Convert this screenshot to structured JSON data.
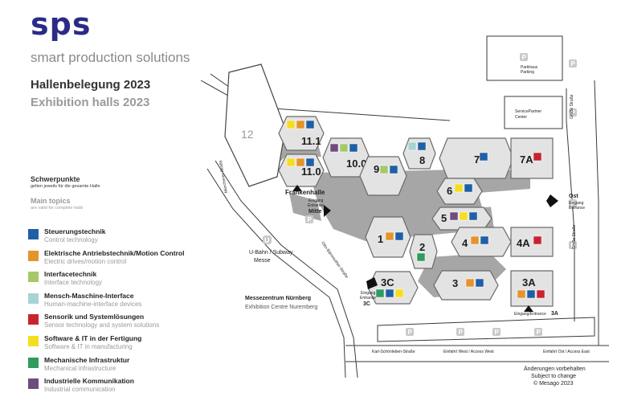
{
  "header": {
    "logo": "sps",
    "tagline": "smart production solutions",
    "title_de": "Hallenbelegung 2023",
    "title_en": "Exhibition halls 2023"
  },
  "topics": {
    "heading_de": "Schwerpunkte",
    "sub_de": "gelten jeweils für die gesamte Halle",
    "heading_en": "Main topics",
    "sub_en": "are valid for complete halls"
  },
  "colors": {
    "control": "#1f5fa6",
    "drives": "#e5942b",
    "interface": "#a5c96a",
    "hmi": "#a8d3d6",
    "sensor": "#c8242f",
    "software": "#f4de1f",
    "mechanical": "#2f9b5f",
    "communication": "#6d4c7e"
  },
  "legend": [
    {
      "key": "control",
      "de": "Steuerungstechnik",
      "en": "Control technology"
    },
    {
      "key": "drives",
      "de": "Elektrische Antriebstechnik/Motion Control",
      "en": "Electric drives/motion control"
    },
    {
      "key": "interface",
      "de": "Interfacetechnik",
      "en": "Interface technology"
    },
    {
      "key": "hmi",
      "de": "Mensch-Maschine-Interface",
      "en": "Human-machine-interface devices"
    },
    {
      "key": "sensor",
      "de": "Sensorik und Systemlösungen",
      "en": "Sensor technology and system solutions"
    },
    {
      "key": "software",
      "de": "Software & IT in der Fertigung",
      "en": "Software & IT in manufacturing"
    },
    {
      "key": "mechanical",
      "de": "Mechanische Infrastruktur",
      "en": "Mechanical infrastructure"
    },
    {
      "key": "communication",
      "de": "Industrielle Kommunikation",
      "en": "Industrial communication"
    }
  ],
  "halls": [
    {
      "id": "12",
      "topics": []
    },
    {
      "id": "11.1",
      "topics": [
        "software",
        "drives",
        "control"
      ]
    },
    {
      "id": "11.0",
      "topics": [
        "software",
        "drives",
        "control"
      ]
    },
    {
      "id": "10.0",
      "topics": [
        "communication",
        "interface",
        "control"
      ]
    },
    {
      "id": "9",
      "topics": [
        "interface",
        "control"
      ]
    },
    {
      "id": "8",
      "topics": [
        "hmi",
        "control"
      ]
    },
    {
      "id": "7",
      "topics": [
        "control"
      ]
    },
    {
      "id": "7A",
      "topics": [
        "sensor"
      ]
    },
    {
      "id": "6",
      "topics": [
        "software",
        "control"
      ]
    },
    {
      "id": "5",
      "topics": [
        "communication",
        "software",
        "control"
      ]
    },
    {
      "id": "4",
      "topics": [
        "drives",
        "control"
      ]
    },
    {
      "id": "4A",
      "topics": [
        "sensor"
      ]
    },
    {
      "id": "1",
      "topics": [
        "drives",
        "control"
      ]
    },
    {
      "id": "2",
      "topics": [
        "mechanical"
      ]
    },
    {
      "id": "3",
      "topics": [
        "drives",
        "control"
      ]
    },
    {
      "id": "3C",
      "topics": [
        "mechanical",
        "control",
        "software"
      ]
    },
    {
      "id": "3A",
      "topics": [
        "drives",
        "control",
        "sensor"
      ]
    }
  ],
  "places": {
    "frankenhalle": "Frankenhalle",
    "eingang_mitte": "Eingang",
    "entrance_mitte": "Entrance",
    "mitte": "Mitte",
    "ubahn": "U-Bahn / Subway",
    "messe": "Messe",
    "ubahn_symbol": "U",
    "parking_symbol": "P",
    "parkhaus": "Parkhaus",
    "parking": "Parking",
    "service1": "ServicePartner",
    "service2": "Center",
    "ost": "Ost",
    "ost_eingang": "Eingang",
    "ost_entrance": "Entrance",
    "eingang_3c": "Eingang",
    "entrance_3c": "Entrance",
    "label_3c": "3C",
    "eingang_3a": "Eingang/Entrance",
    "label_3a": "3A",
    "messezentrum_de": "Messezentrum Nürnberg",
    "messezentrum_en": "Exhibition Centre Nuremberg",
    "street_muenchener": "Münchener Straße",
    "street_otto": "Otto-Bärnreuther-Straße",
    "street_grosse1": "Große Straße",
    "street_grosse2": "Große Straße",
    "street_karl": "Karl-Schönleben-Straße",
    "einfahrt_west": "Einfahrt West / Access West",
    "einfahrt_ost": "Einfahrt Ost / Access East"
  },
  "footer": {
    "line1": "Änderungen vorbehalten",
    "line2": "Subject to change",
    "line3": "© Mesago 2023"
  }
}
